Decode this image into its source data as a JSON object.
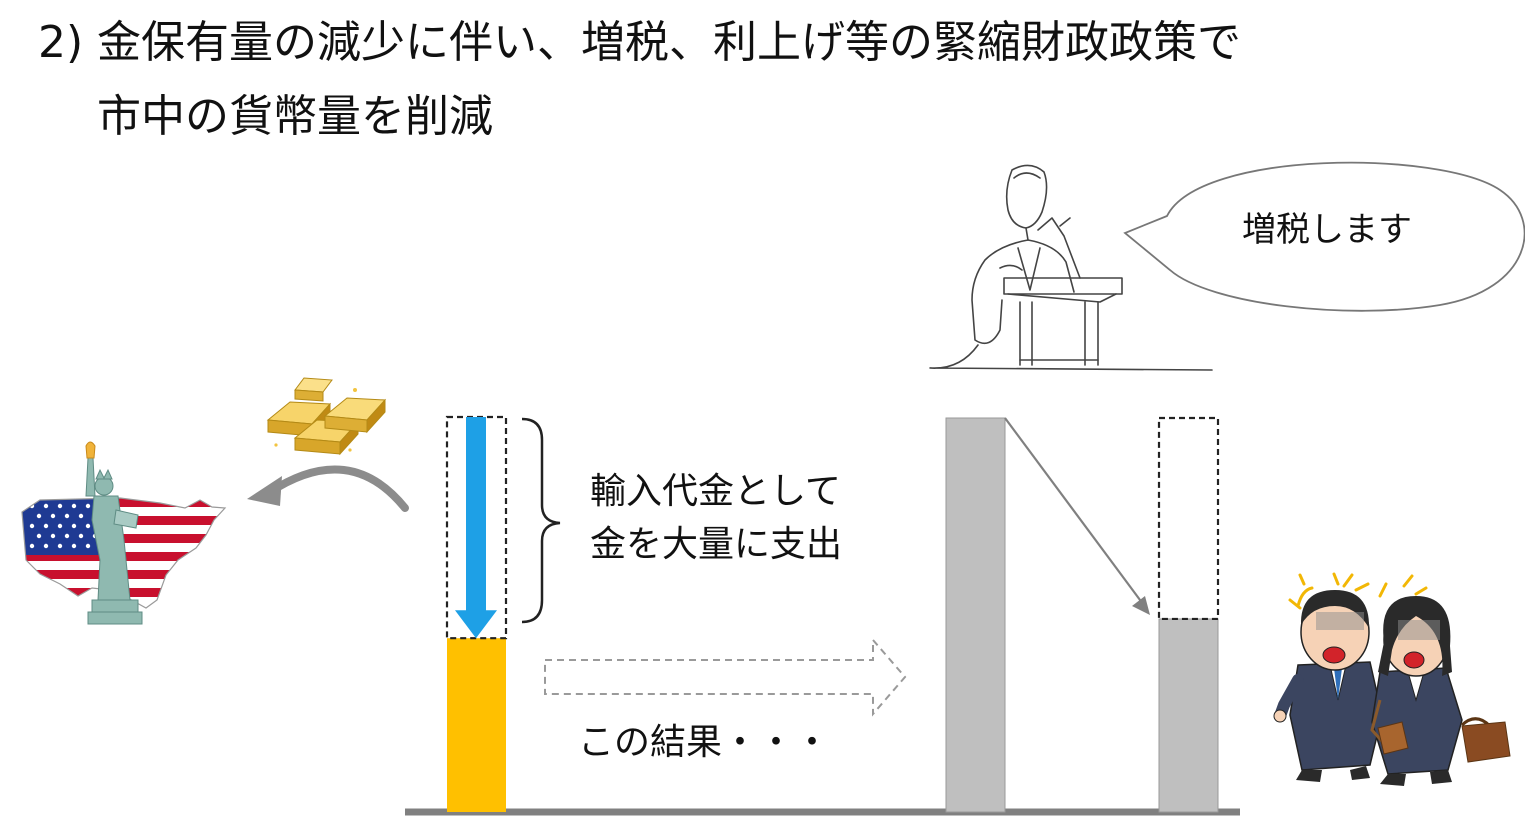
{
  "heading": {
    "number": "2)",
    "line1": "金保有量の減少に伴い、増税、利上げ等の緊縮財政政策で",
    "line2": "市中の貨幣量を削減"
  },
  "speech_bubble": {
    "text": "増税します"
  },
  "gold_outflow_label": {
    "line1": "輸入代金として",
    "line2": "金を大量に支出"
  },
  "result_label": "この結果・・・",
  "levels": {
    "gold_bar_remaining_fraction": 0.44,
    "money_bar_remaining_fraction": 0.49
  },
  "colors": {
    "gold": "#FFC000",
    "money": "#BFBFBF",
    "outflow_arrow": "#1EA0E6",
    "baseline": "#808080",
    "curve_arrow": "#8C8C8C"
  },
  "icons": [
    "usa-map-statue-of-liberty-icon",
    "gold-bars-icon",
    "politician-at-podium-icon",
    "worried-business-people-icon"
  ]
}
